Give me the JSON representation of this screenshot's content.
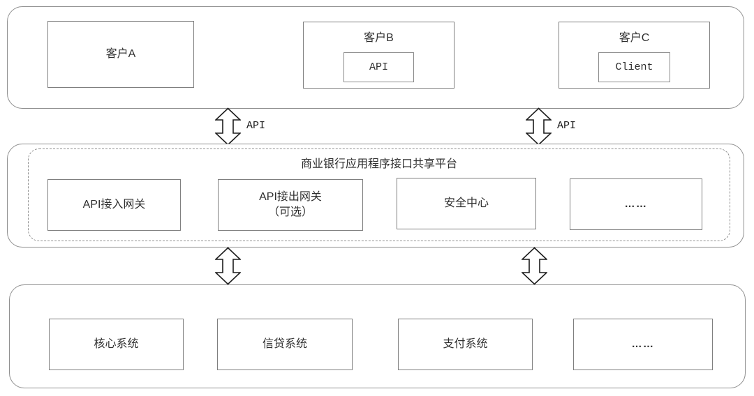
{
  "clients_section": {
    "items": [
      {
        "label": "客户A",
        "inner": null
      },
      {
        "label": "客户B",
        "inner": "API"
      },
      {
        "label": "客户C",
        "inner": "Client"
      }
    ]
  },
  "connectors": {
    "top_left_label": "API",
    "top_right_label": "API"
  },
  "platform_section": {
    "title": "商业银行应用程序接口共享平台",
    "modules": [
      {
        "label": "API接入网关"
      },
      {
        "label": "API接出网关",
        "label2": "（可选）"
      },
      {
        "label": "安全中心"
      },
      {
        "label": "……"
      }
    ]
  },
  "systems_section": {
    "items": [
      {
        "label": "核心系统"
      },
      {
        "label": "信贷系统"
      },
      {
        "label": "支付系统"
      },
      {
        "label": "……"
      }
    ]
  },
  "colors": {
    "background": "#ffffff",
    "section_border": "#8f8f8f",
    "box_border": "#7f7f7f",
    "dashed_border": "#8f8f8f",
    "text": "#2f2f2f",
    "arrow_stroke": "#1c1c1c"
  }
}
